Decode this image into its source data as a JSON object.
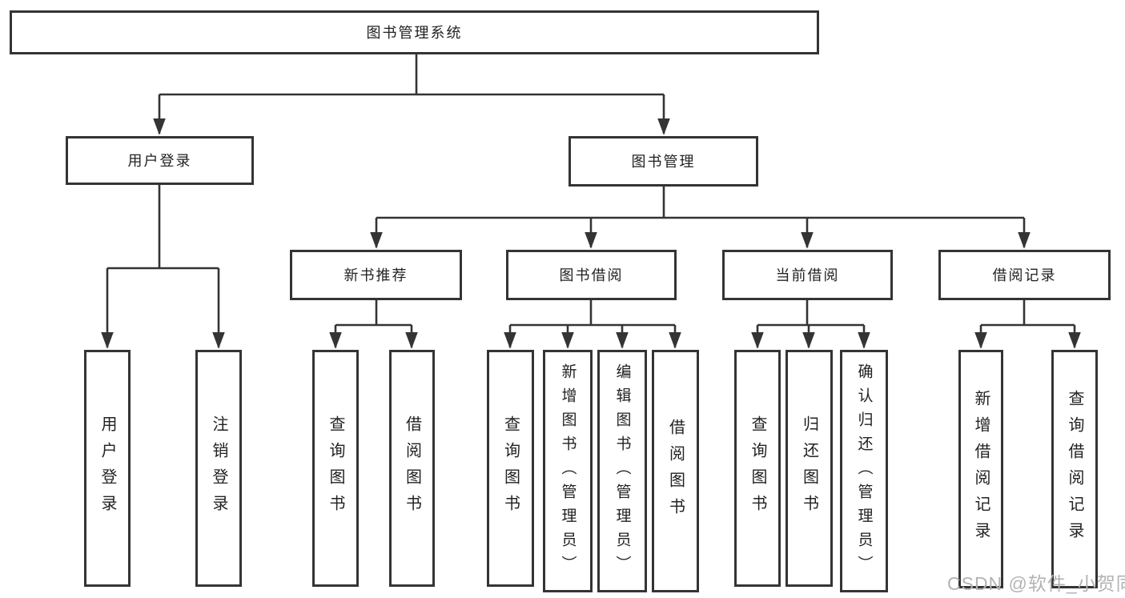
{
  "colors": {
    "line": "#343434",
    "border": "#343434",
    "text": "#222222",
    "watermark": "#b3b3b3"
  },
  "watermark": {
    "text": "CSDN @软件_小贺同学"
  },
  "tree": {
    "label": "图书管理系统",
    "children": [
      {
        "label": "用户登录",
        "children": [
          {
            "label": "用户登录"
          },
          {
            "label": "注销登录"
          }
        ]
      },
      {
        "label": "图书管理",
        "children": [
          {
            "label": "新书推荐",
            "children": [
              {
                "label": "查询图书"
              },
              {
                "label": "借阅图书"
              }
            ]
          },
          {
            "label": "图书借阅",
            "children": [
              {
                "label": "查询图书"
              },
              {
                "label": "新增图书（管理员）"
              },
              {
                "label": "编辑图书（管理员）"
              },
              {
                "label": "借阅图书"
              }
            ]
          },
          {
            "label": "当前借阅",
            "children": [
              {
                "label": "查询图书"
              },
              {
                "label": "归还图书"
              },
              {
                "label": "确认归还（管理员）"
              }
            ]
          },
          {
            "label": "借阅记录",
            "children": [
              {
                "label": "新增借阅记录"
              },
              {
                "label": "查询借阅记录"
              }
            ]
          }
        ]
      }
    ]
  }
}
